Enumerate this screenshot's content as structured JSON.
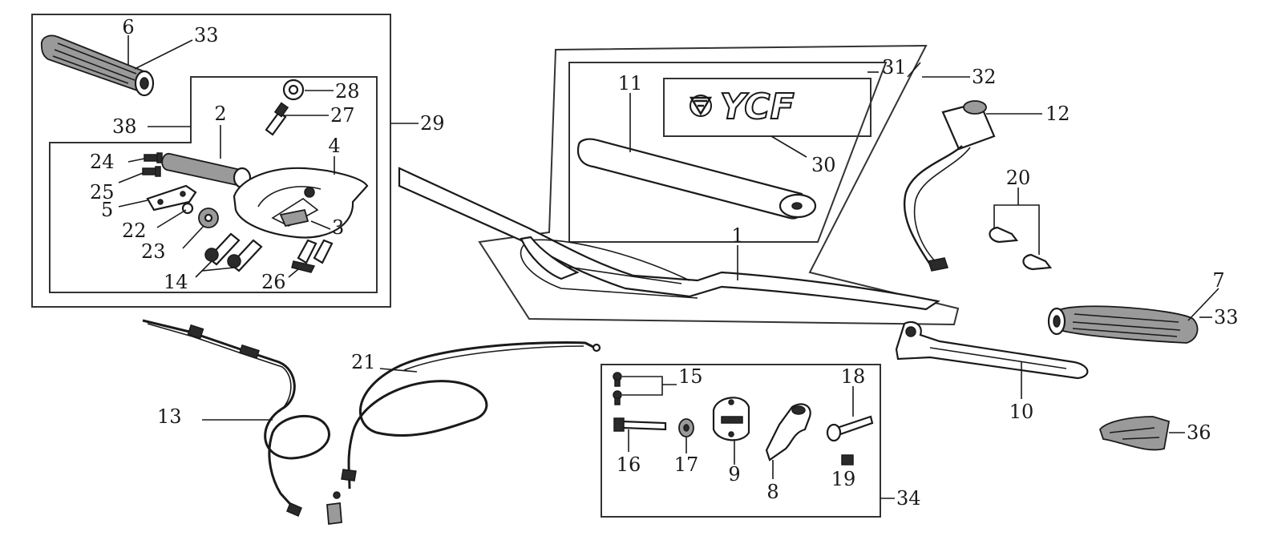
{
  "logo": {
    "text": "YCF"
  },
  "labels": [
    {
      "id": "6",
      "text": "6"
    },
    {
      "id": "33a",
      "text": "33"
    },
    {
      "id": "28",
      "text": "28"
    },
    {
      "id": "27",
      "text": "27"
    },
    {
      "id": "38",
      "text": "38"
    },
    {
      "id": "2",
      "text": "2"
    },
    {
      "id": "4",
      "text": "4"
    },
    {
      "id": "29",
      "text": "29"
    },
    {
      "id": "24",
      "text": "24"
    },
    {
      "id": "25",
      "text": "25"
    },
    {
      "id": "5",
      "text": "5"
    },
    {
      "id": "22",
      "text": "22"
    },
    {
      "id": "3",
      "text": "3"
    },
    {
      "id": "23",
      "text": "23"
    },
    {
      "id": "14",
      "text": "14"
    },
    {
      "id": "26",
      "text": "26"
    },
    {
      "id": "11",
      "text": "11"
    },
    {
      "id": "31",
      "text": "31"
    },
    {
      "id": "32",
      "text": "32"
    },
    {
      "id": "30",
      "text": "30"
    },
    {
      "id": "12",
      "text": "12"
    },
    {
      "id": "20",
      "text": "20"
    },
    {
      "id": "1",
      "text": "1"
    },
    {
      "id": "7",
      "text": "7"
    },
    {
      "id": "33b",
      "text": "33"
    },
    {
      "id": "10",
      "text": "10"
    },
    {
      "id": "36",
      "text": "36"
    },
    {
      "id": "21",
      "text": "21"
    },
    {
      "id": "13",
      "text": "13"
    },
    {
      "id": "15",
      "text": "15"
    },
    {
      "id": "18",
      "text": "18"
    },
    {
      "id": "16",
      "text": "16"
    },
    {
      "id": "17",
      "text": "17"
    },
    {
      "id": "9",
      "text": "9"
    },
    {
      "id": "8",
      "text": "8"
    },
    {
      "id": "19",
      "text": "19"
    },
    {
      "id": "34",
      "text": "34"
    }
  ]
}
